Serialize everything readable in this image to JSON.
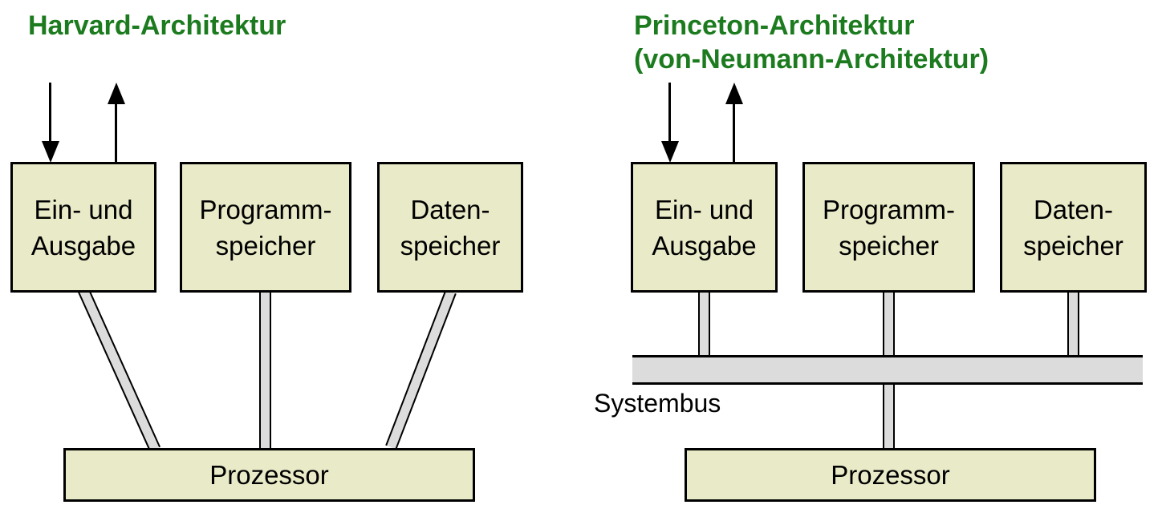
{
  "colors": {
    "title_green": "#1c7b1f",
    "box_fill": "#e9eac7",
    "connector_fill": "#dcdcdc",
    "outline": "#000000",
    "background": "#ffffff"
  },
  "harvard": {
    "title": "Harvard-Architektur",
    "boxes": [
      {
        "lines": [
          "Ein- und",
          "Ausgabe"
        ]
      },
      {
        "lines": [
          "Programm-",
          "speicher"
        ]
      },
      {
        "lines": [
          "Daten-",
          "speicher"
        ]
      }
    ],
    "processor_label": "Prozessor"
  },
  "princeton": {
    "title_line1": "Princeton-Architektur",
    "title_line2": "(von-Neumann-Architektur)",
    "boxes": [
      {
        "lines": [
          "Ein- und",
          "Ausgabe"
        ]
      },
      {
        "lines": [
          "Programm-",
          "speicher"
        ]
      },
      {
        "lines": [
          "Daten-",
          "speicher"
        ]
      }
    ],
    "bus_label": "Systembus",
    "processor_label": "Prozessor"
  },
  "icons": {
    "input_arrow": "arrow-down",
    "output_arrow": "arrow-up"
  }
}
